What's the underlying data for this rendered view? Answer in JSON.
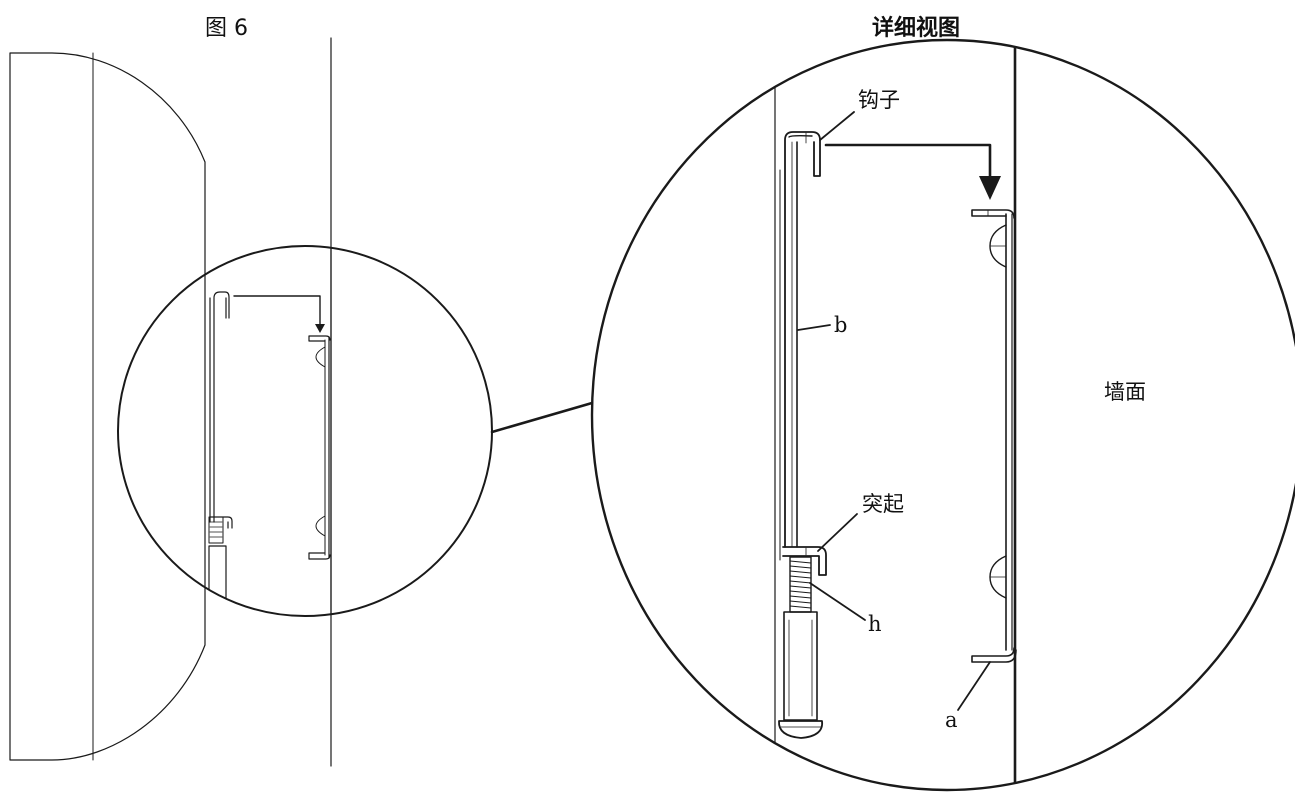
{
  "figure": {
    "title": "图 6",
    "detail_title": "详细视图"
  },
  "labels": {
    "hook": "钩子",
    "protrusion": "突起",
    "wall": "墙面",
    "b": "b",
    "h": "h",
    "a": "a"
  },
  "colors": {
    "line": "#1a1a1a",
    "background": "#ffffff"
  }
}
